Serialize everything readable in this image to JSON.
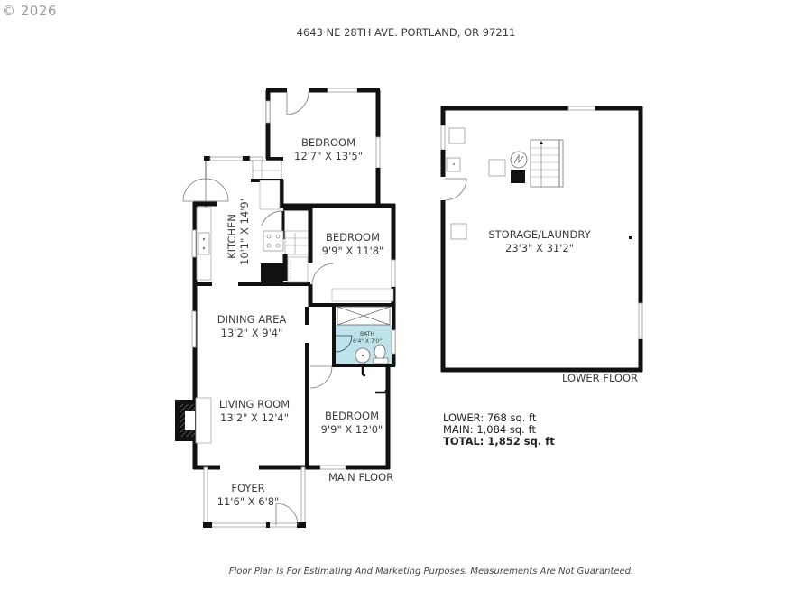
{
  "copyright": "© 2026",
  "address": "4643 NE 28TH AVE. PORTLAND, OR 97211",
  "main_floor": {
    "label": "MAIN FLOOR",
    "rooms": [
      {
        "name": "BEDROOM",
        "dims": "12'7\" X 13'5\""
      },
      {
        "name": "KITCHEN",
        "dims": "10'1\" X 14'9\""
      },
      {
        "name": "BEDROOM",
        "dims": "9'9\" X 11'8\""
      },
      {
        "name": "BATH",
        "dims": "6'4\" X 7'0\""
      },
      {
        "name": "DINING AREA",
        "dims": "13'2\" X 9'4\""
      },
      {
        "name": "LIVING ROOM",
        "dims": "13'2\" X 12'4\""
      },
      {
        "name": "BEDROOM",
        "dims": "9'9\" X 12'0\""
      },
      {
        "name": "FOYER",
        "dims": "11'6\" X 6'8\""
      }
    ]
  },
  "lower_floor": {
    "label": "LOWER FLOOR",
    "rooms": [
      {
        "name": "STORAGE/LAUNDRY",
        "dims": "23'3\" X 31'2\""
      }
    ]
  },
  "areas": {
    "lower": "LOWER: 768 sq. ft",
    "main": "MAIN: 1,084 sq. ft",
    "total": "TOTAL: 1,852 sq. ft"
  },
  "disclaimer": "Floor Plan Is For Estimating And Marketing Purposes. Measurements Are Not Guaranteed.",
  "colors": {
    "wall": "#111111",
    "bath_fill": "#bfe3ea",
    "window": "#aaaaaa"
  }
}
